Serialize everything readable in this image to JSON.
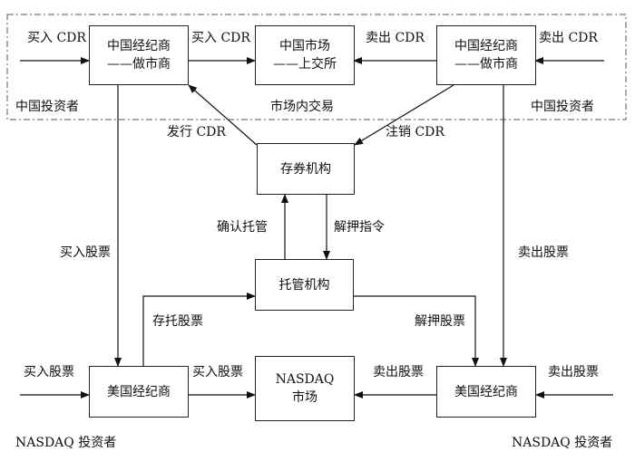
{
  "boxes": {
    "cn_broker_left": {
      "line1": "中国经纪商",
      "line2": "——做市商"
    },
    "cn_market": {
      "line1": "中国市场",
      "line2": "——上交所"
    },
    "cn_broker_right": {
      "line1": "中国经纪商",
      "line2": "——做市商"
    },
    "depository": {
      "label": "存券机构"
    },
    "custodian": {
      "label": "托管机构"
    },
    "us_broker_left": {
      "label": "美国经纪商"
    },
    "nasdaq": {
      "line1": "NASDAQ",
      "line2": "市场"
    },
    "us_broker_right": {
      "label": "美国经纪商"
    }
  },
  "labels": {
    "buy_cdr_in": "买入 CDR",
    "buy_cdr_mid": "买入 CDR",
    "sell_cdr_mid": "卖出 CDR",
    "sell_cdr_in": "卖出 CDR",
    "cn_investor_left": "中国投资者",
    "in_market_trading": "市场内交易",
    "cn_investor_right": "中国投资者",
    "issue_cdr": "发行 CDR",
    "cancel_cdr": "注销 CDR",
    "confirm_custody": "确认托管",
    "release_instruction": "解押指令",
    "buy_stock_left": "买入股票",
    "sell_stock_right": "卖出股票",
    "deposit_stock": "存托股票",
    "release_stock": "解押股票",
    "buy_stock_in": "买入股票",
    "buy_stock_mid": "买入股票",
    "sell_stock_mid": "卖出股票",
    "sell_stock_in": "卖出股票",
    "nasdaq_investor_left": "NASDAQ 投资者",
    "nasdaq_investor_right": "NASDAQ 投资者"
  }
}
